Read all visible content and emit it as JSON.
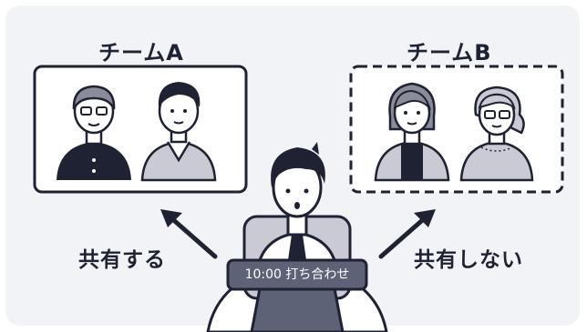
{
  "teams": {
    "a": {
      "title": "チームA",
      "frame_style": "solid"
    },
    "b": {
      "title": "チームB",
      "frame_style": "dashed"
    }
  },
  "labels": {
    "share": "共有する",
    "no_share": "共有しない"
  },
  "badge": {
    "text": "10:00 打ち合わせ"
  },
  "colors": {
    "background": "#f2f3f7",
    "outline": "#1e2233",
    "badge": "#5d6277",
    "gray_shirt": "#c9cad4",
    "hair": "#1e2233",
    "gray_hair": "#8a8c99",
    "skin": "#ffffff"
  },
  "icons": [
    "arrow-up-left-icon",
    "arrow-up-right-icon"
  ]
}
